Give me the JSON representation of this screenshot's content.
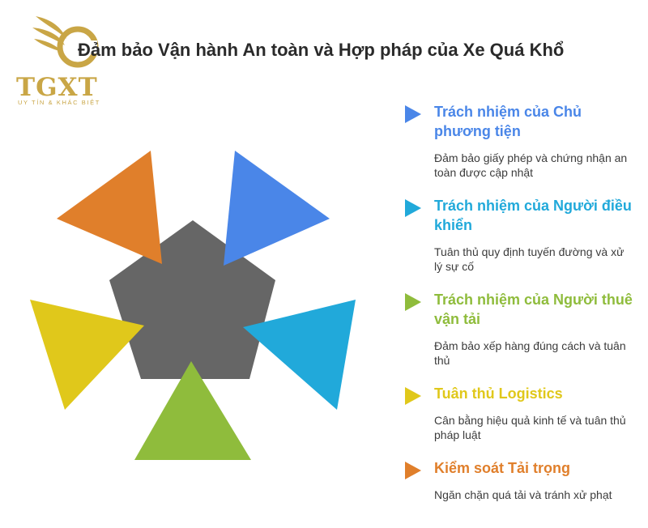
{
  "logo": {
    "text": "TGXT",
    "slogan": "UY TÍN & KHÁC BIỆT",
    "color": "#c9a646"
  },
  "title": "Đảm bảo Vận hành An toàn và Hợp pháp của Xe Quá Khổ",
  "colors": {
    "center": "#666666",
    "blue": "#4a86e8",
    "cyan": "#21a9da",
    "green": "#8fbc3c",
    "yellow": "#e0c81b",
    "orange": "#e07f2b"
  },
  "items": [
    {
      "title": "Trách nhiệm của Chủ phương tiện",
      "description": "Đảm bảo giấy phép và chứng nhận an toàn được cập nhật",
      "color": "#4a86e8"
    },
    {
      "title": "Trách nhiệm của Người điều khiển",
      "description": "Tuân thủ quy định tuyến đường và xử lý sự cố",
      "color": "#21a9da"
    },
    {
      "title": "Trách nhiệm của Người thuê vận tải",
      "description": "Đảm bảo xếp hàng đúng cách và tuân thủ",
      "color": "#8fbc3c"
    },
    {
      "title": "Tuân thủ Logistics",
      "description": "Cân bằng hiệu quả kinh tế và tuân thủ pháp luật",
      "color": "#e0c81b"
    },
    {
      "title": "Kiểm soát Tải trọng",
      "description": "Ngăn chặn quá tải và tránh xử phạt",
      "color": "#e07f2b"
    }
  ]
}
